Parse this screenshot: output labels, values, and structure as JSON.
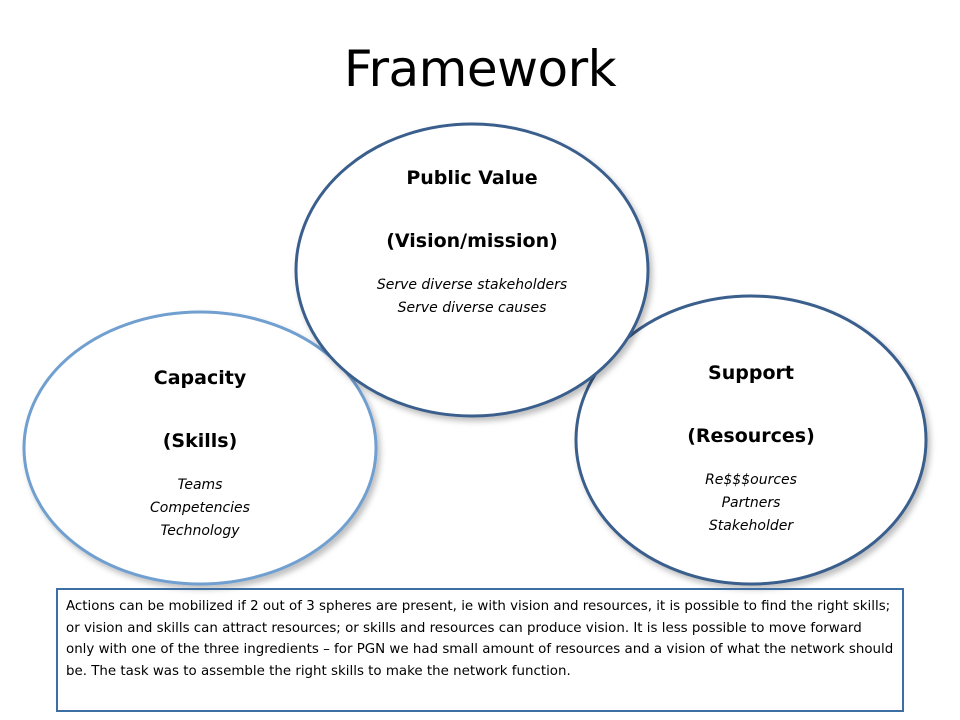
{
  "title": "Framework",
  "spheres": {
    "public_value": {
      "heading": "Public Value",
      "subheading": "(Vision/mission)",
      "items": [
        "Serve diverse stakeholders",
        "Serve diverse causes"
      ]
    },
    "capacity": {
      "heading": "Capacity",
      "subheading": "(Skills)",
      "items": [
        "Teams",
        "Competencies",
        "Technology"
      ]
    },
    "support": {
      "heading": "Support",
      "subheading": "(Resources)",
      "items": [
        "Re$$$ources",
        "Partners",
        "Stakeholder"
      ]
    }
  },
  "note": "Actions can be mobilized if 2 out of 3 spheres are present, ie with vision and resources, it is possible to find the right skills; or vision and skills can attract resources; or skills and resources can produce vision.  It is less possible to move forward only with one of the three ingredients – for PGN we had small amount of resources and a vision of what the network should be.  The task was to assemble the right skills to make the network function.",
  "colors": {
    "circle_stroke_dark": "#3b5f8c",
    "circle_stroke_light": "#6f9fd0",
    "note_border": "#3d6fa5"
  }
}
